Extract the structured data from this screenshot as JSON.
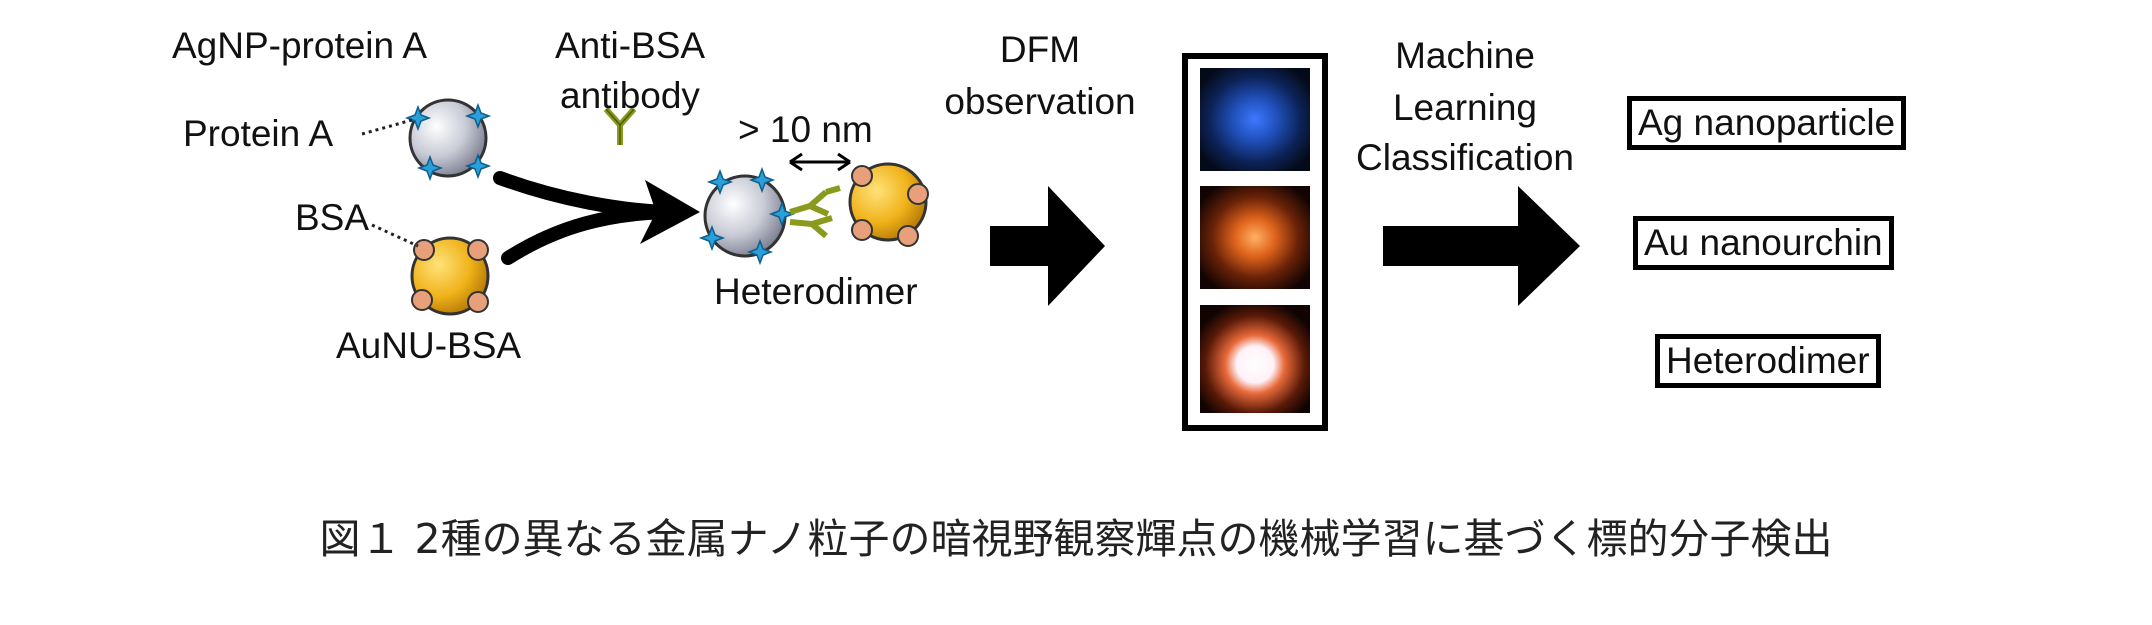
{
  "labels": {
    "agnp_protein_a": "AgNP-protein A",
    "protein_a": "Protein A",
    "bsa": "BSA",
    "aunu_bsa": "AuNU-BSA",
    "anti_bsa_line1": "Anti-BSA",
    "anti_bsa_line2": "antibody",
    "distance": "> 10 nm",
    "heterodimer": "Heterodimer",
    "dfm_line1": "DFM",
    "dfm_line2": "observation",
    "ml_line1": "Machine",
    "ml_line2": "Learning",
    "ml_line3": "Classification"
  },
  "outputs": {
    "ag": "Ag nanoparticle",
    "au": "Au nanourchin",
    "hetero": "Heterodimer"
  },
  "caption": "図１ 2種の異なる金属ナノ粒子の暗視野観察輝点の機械学習に基づく標的分子検出",
  "colors": {
    "ag_particle": "#c9cbd6",
    "au_particle": "#f0b21a",
    "protein_star": "#2a9fd8",
    "bsa_dot": "#e8a07a",
    "antibody": "#8a9a1c",
    "dfm_blue": "#2e5fd0",
    "dfm_orange": "#e0651c",
    "dfm_white": "#ffffff"
  }
}
